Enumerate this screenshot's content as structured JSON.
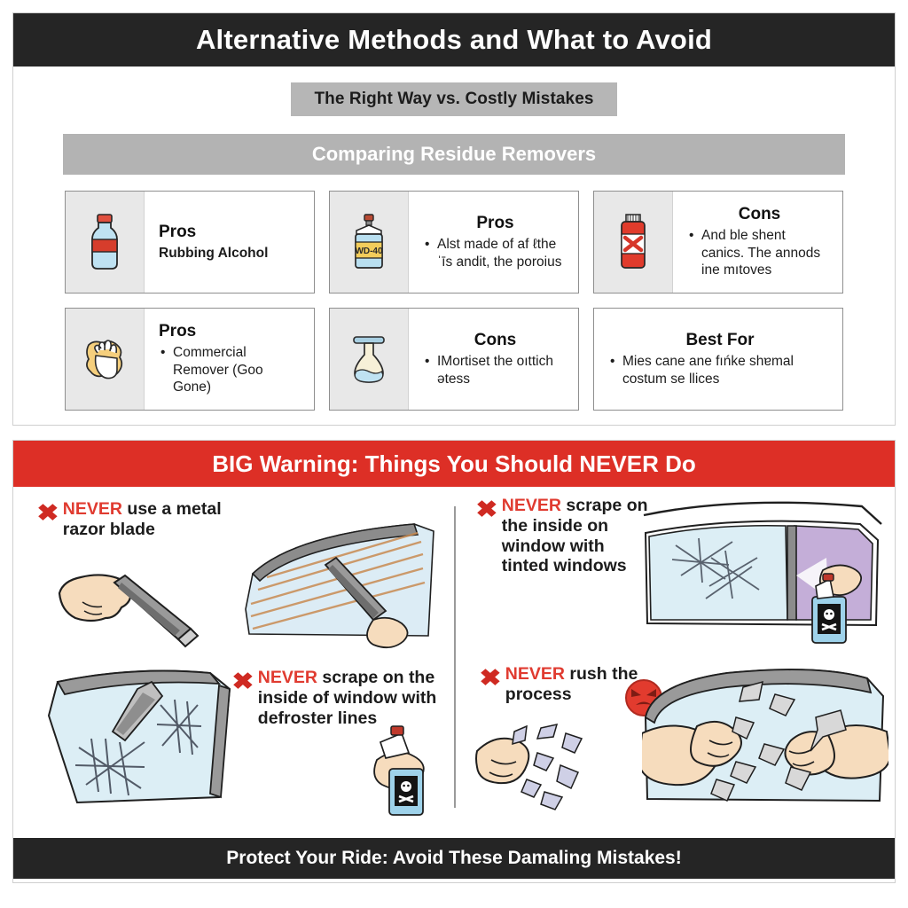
{
  "header": {
    "title": "Alternative Methods and What to Avoid",
    "subtitle": "The Right Way vs. Costly Mistakes",
    "section_band": "Comparing Residue Removers"
  },
  "colors": {
    "dark_bar": "#252525",
    "warning_red": "#dd2f26",
    "never_red": "#e03b30",
    "band_gray": "#b3b3b3",
    "chip_gray": "#b6b6b6",
    "icon_panel": "#e8e8e8"
  },
  "comparison_cards": [
    {
      "icon": "rubbing-alcohol-bottle-icon",
      "title": "Pros",
      "text": "Rubbing Alcohol",
      "bulleted": false,
      "has_icon": true,
      "title_centered": false
    },
    {
      "icon": "wd40-can-icon",
      "title": "Pros",
      "text": "Alst made of af ℓtheˈīs andit, the poroius",
      "bulleted": true,
      "has_icon": true,
      "title_centered": true
    },
    {
      "icon": "prohibited-chemical-bottle-icon",
      "title": "Cons",
      "text": "And ble shent canics. The annods ine mıtoves",
      "bulleted": true,
      "has_icon": true,
      "title_centered": true
    },
    {
      "icon": "sponge-hand-icon",
      "title": "Pros",
      "text": "Commercial Remover (Goo Gone)",
      "bulleted": true,
      "has_icon": true,
      "title_centered": false
    },
    {
      "icon": "flask-pouring-icon",
      "title": "Cons",
      "text": "IMortiset the oıttich ətess",
      "bulleted": true,
      "has_icon": true,
      "title_centered": true
    },
    {
      "icon": "none",
      "title": "Best For",
      "text": "Mies cane ane fıńke shɐmal costum se llices",
      "bulleted": true,
      "has_icon": false,
      "title_centered": true
    }
  ],
  "warning": {
    "banner": "BIG Warning: Things You Should NEVER Do",
    "x_glyph": "✖",
    "items": [
      {
        "never_word": "NEVER",
        "rest": " use a metal razor blade",
        "illustration": "hand-holding-razor-blade"
      },
      {
        "never_word": "NEVER",
        "rest": " scrape on the inside on window with tinted windows",
        "illustration": "tinted-window-scratched-with-spray-bottle"
      },
      {
        "never_word": "NEVER",
        "rest": " scrape on the inside of window with defroster lines",
        "illustration": "windshield-scratched-by-blade"
      },
      {
        "never_word": "NEVER",
        "rest": " rush the process",
        "illustration": "hands-ripping-pieces",
        "emoji": "angry-face"
      }
    ]
  },
  "footer": {
    "text": "Protect Your Ride: Avoid These Damaling Mistakes!"
  }
}
